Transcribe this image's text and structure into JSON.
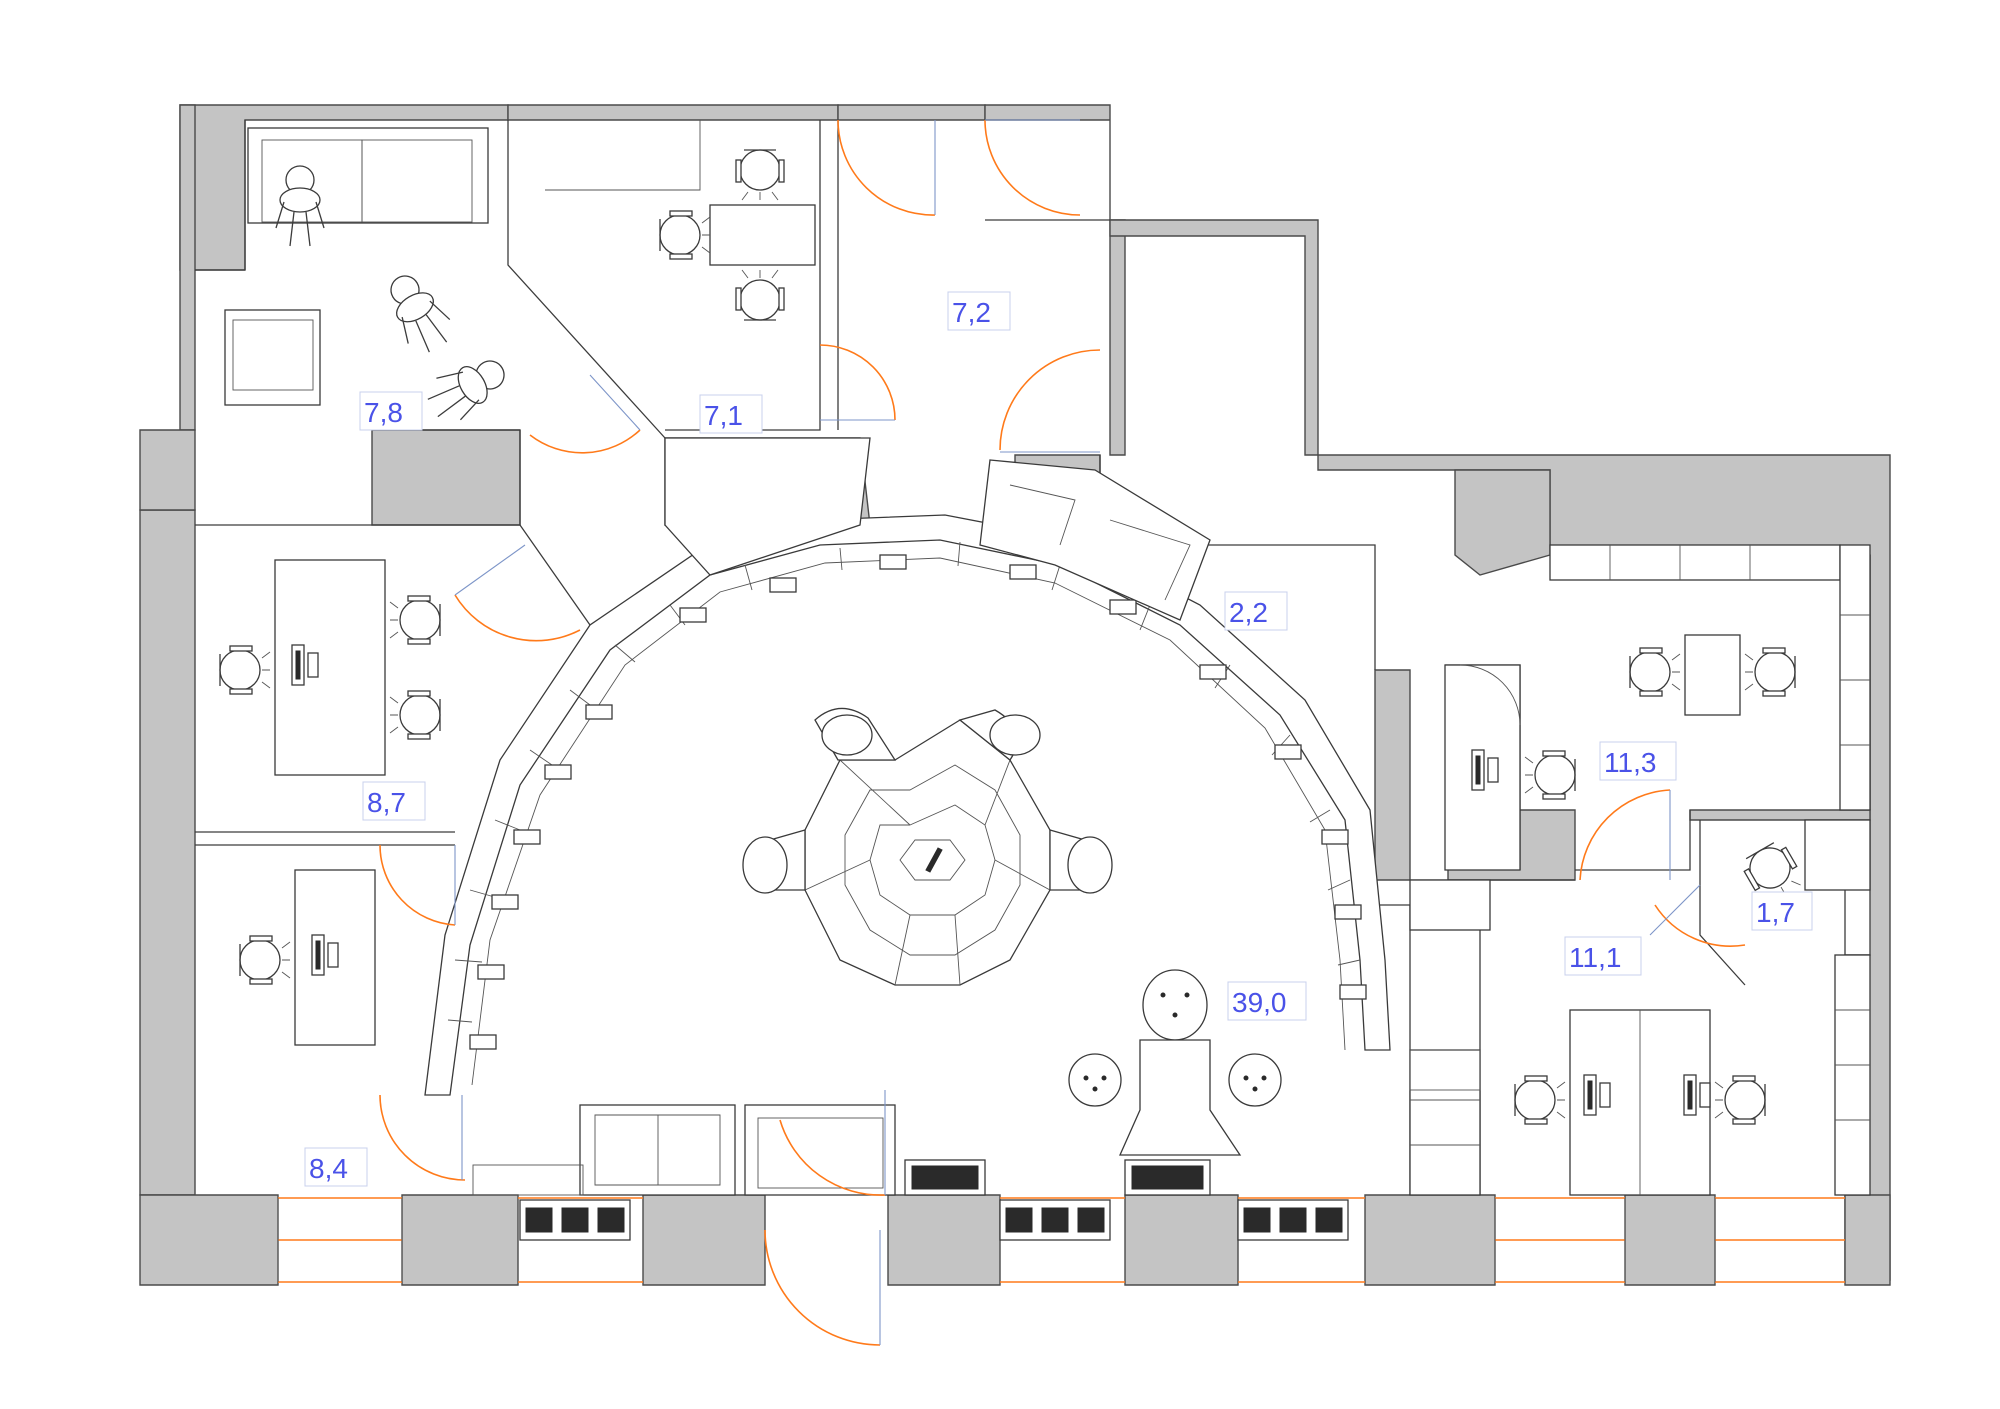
{
  "plan": {
    "room_labels": [
      {
        "id": "room-7-8",
        "text": "7,8"
      },
      {
        "id": "room-7-1",
        "text": "7,1"
      },
      {
        "id": "room-7-2",
        "text": "7,2"
      },
      {
        "id": "room-2-2",
        "text": "2,2"
      },
      {
        "id": "room-8-7",
        "text": "8,7"
      },
      {
        "id": "room-8-4",
        "text": "8,4"
      },
      {
        "id": "room-39-0",
        "text": "39,0"
      },
      {
        "id": "room-11-3",
        "text": "11,3"
      },
      {
        "id": "room-11-1",
        "text": "11,1"
      },
      {
        "id": "room-1-7",
        "text": "1,7"
      }
    ],
    "colors": {
      "wall_fill": "#c4c4c4",
      "door_swing": "#ff7a1a",
      "door_leaf": "#7d95c8",
      "label_text": "#4a52e8"
    }
  }
}
